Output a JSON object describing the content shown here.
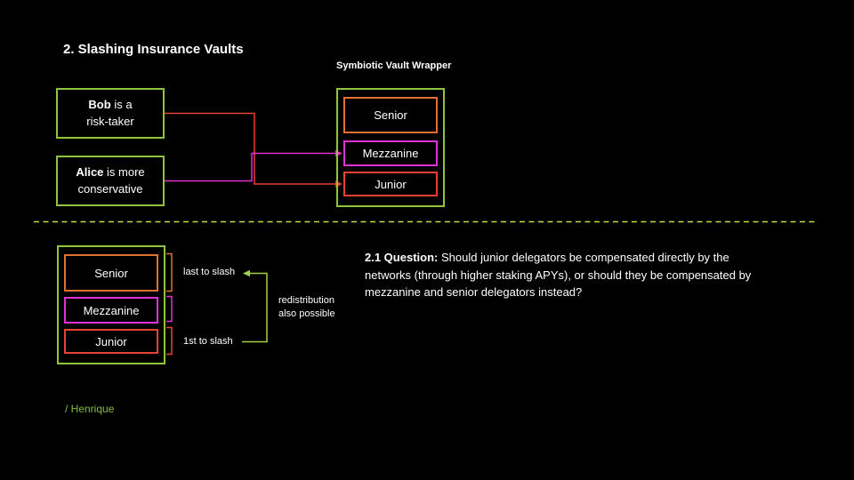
{
  "title": "2. Slashing Insurance Vaults",
  "colors": {
    "background": "#000000",
    "text": "#ffffff",
    "green": "#8fc43c",
    "orange": "#e1712f",
    "magenta": "#e031d4",
    "red": "#e84034",
    "dash": "#c5db4a",
    "arrow_green": "#a3d145",
    "signature": "#84bb40"
  },
  "top": {
    "actors": [
      {
        "bold": "Bob",
        "line1_rest": " is a",
        "line2": "risk-taker"
      },
      {
        "bold": "Alice",
        "line1_rest": " is more",
        "line2": "conservative"
      }
    ],
    "wrapper": {
      "label": "Symbiotic Vault Wrapper",
      "tranches": [
        {
          "label": "Senior"
        },
        {
          "label": "Mezzanine"
        },
        {
          "label": "Junior"
        }
      ]
    }
  },
  "bottom": {
    "vault": {
      "tranches": [
        {
          "label": "Senior"
        },
        {
          "label": "Mezzanine"
        },
        {
          "label": "Junior"
        }
      ]
    },
    "annotations": {
      "last_to_slash": "last to slash",
      "first_to_slash": "1st to slash",
      "redistribution_line1": "redistribution",
      "redistribution_line2": "also possible"
    }
  },
  "question": {
    "bold": "2.1 Question:",
    "rest": "Should junior delegators be compensated directly by the networks (through higher staking APYs), or should they be compensated by mezzanine and senior delegators instead?"
  },
  "signature": "/ Henrique"
}
